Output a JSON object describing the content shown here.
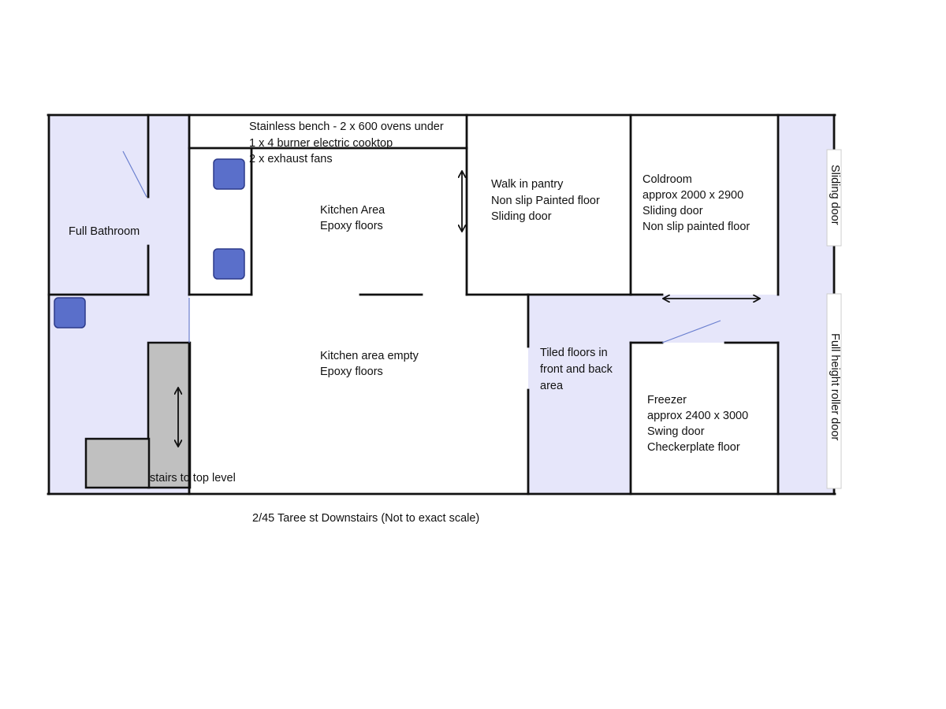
{
  "colors": {
    "wall": "#111111",
    "tiled_fill": "#e6e6fa",
    "stairs_fill": "#c0c0c0",
    "appliance_fill": "#5a6fca",
    "appliance_stroke": "#2c3a8a",
    "door_swing_line": "#6a7fcf"
  },
  "rooms": {
    "bench": {
      "line1": "Stainless bench - 2 x 600 ovens under",
      "line2": "1 x 4 burner electric cooktop",
      "line3": "2 x exhaust fans"
    },
    "bathroom": {
      "line1": "Full Bathroom"
    },
    "kitchen": {
      "line1": "Kitchen Area",
      "line2": "Epoxy floors"
    },
    "kitchen_empty": {
      "line1": "Kitchen area empty",
      "line2": "Epoxy floors"
    },
    "pantry": {
      "line1": "Walk in pantry",
      "line2": "Non slip Painted floor",
      "line3": "Sliding door"
    },
    "coldroom": {
      "line1": "Coldroom",
      "line2": "approx 2000 x 2900",
      "line3": "Sliding door",
      "line4": "Non slip painted floor"
    },
    "tiled": {
      "line1": "Tiled floors in",
      "line2": "front and back",
      "line3": "area"
    },
    "freezer": {
      "line1": "Freezer",
      "line2": "approx 2400 x 3000",
      "line3": "Swing door",
      "line4": "Checkerplate floor"
    },
    "stairs": {
      "line1": "stairs to top level"
    }
  },
  "doors": {
    "sliding": "Sliding door",
    "roller": "Full height roller door"
  },
  "caption": "2/45 Taree st Downstairs (Not to exact scale)"
}
